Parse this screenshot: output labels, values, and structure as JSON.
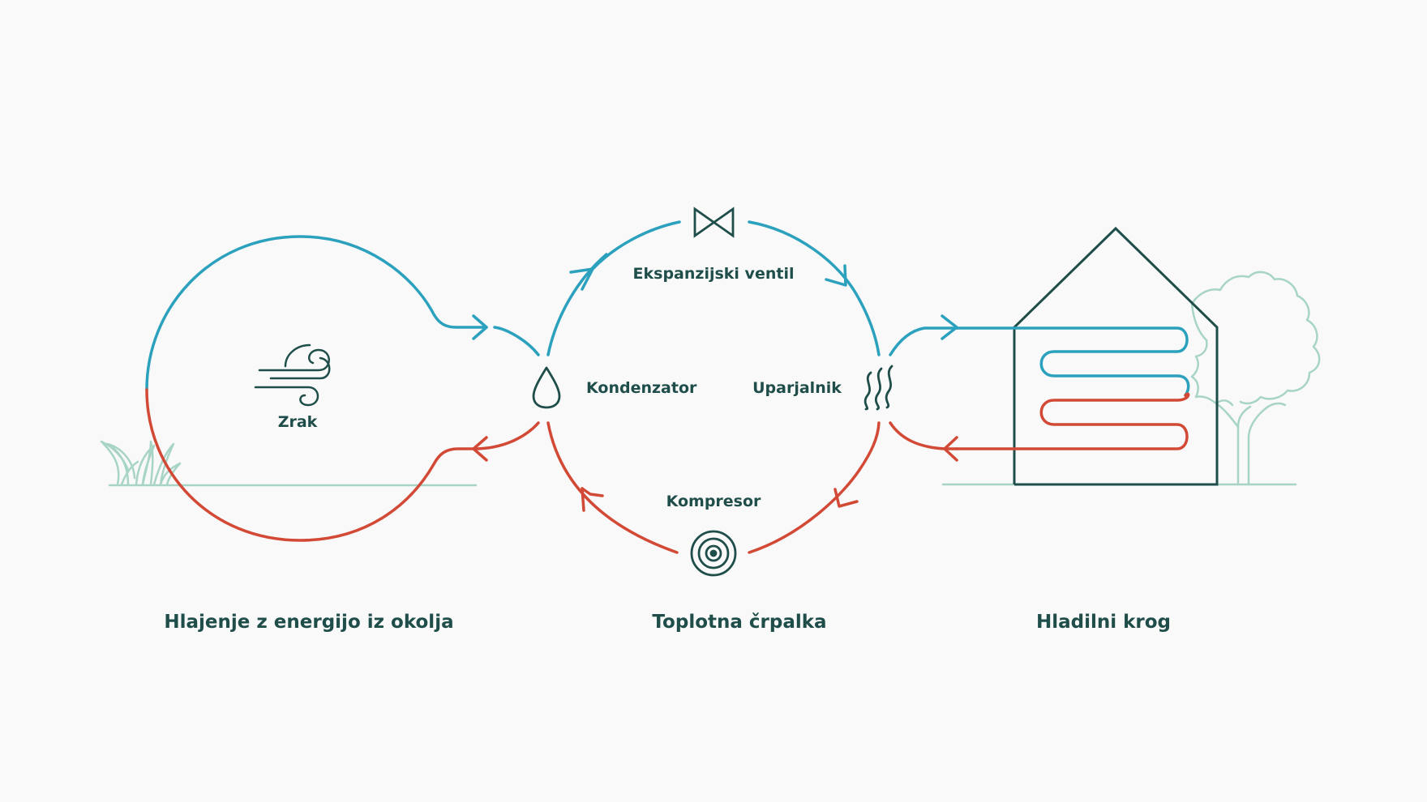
{
  "colors": {
    "cold": "#2ba1bd",
    "hot": "#d24a36",
    "dark": "#1f4e4a",
    "landscape": "#a8d4c6",
    "background": "#f9f9f9"
  },
  "icons": {
    "wind": "wind-icon",
    "drop": "droplet-icon",
    "heat": "heat-waves-icon",
    "valve": "expansion-valve-icon",
    "compressor": "compressor-icon",
    "house": "house-icon",
    "tree": "tree-icon",
    "grass": "grass-icon"
  },
  "labels": {
    "air": "Zrak",
    "expansion_valve": "Ekspanzijski ventil",
    "condenser": "Kondenzator",
    "evaporator": "Uparjalnik",
    "compressor": "Kompresor"
  },
  "sections": {
    "left": "Hlajenje z energijo iz okolja",
    "middle": "Toplotna črpalka",
    "right": "Hladilni krog"
  }
}
